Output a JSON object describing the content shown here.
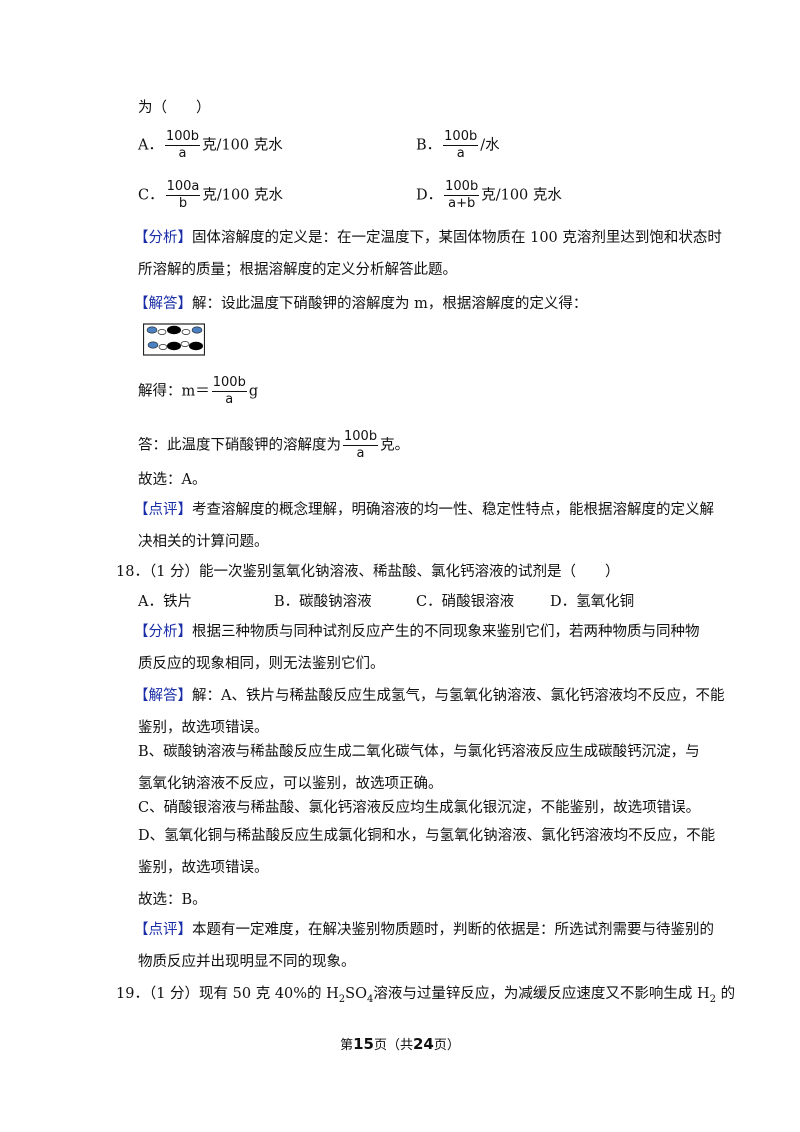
{
  "q17": {
    "stem_end": "为（　　）",
    "options": {
      "A": {
        "letter": "A．",
        "num": "100b",
        "den": "a",
        "unit": "克/100 克水"
      },
      "B": {
        "letter": "B．",
        "num": "100b",
        "den": "a",
        "unit": "/水"
      },
      "C": {
        "letter": "C．",
        "num": "100a",
        "den": "b",
        "unit": "克/100 克水"
      },
      "D": {
        "letter": "D．",
        "num": "100b",
        "den": "a+b",
        "unit": "克/100 克水"
      }
    },
    "analysis_tag": "【分析】",
    "analysis_1": "固体溶解度的定义是：在一定温度下，某固体物质在 100 克溶剂里达到饱和状态时",
    "analysis_2": "所溶解的质量；根据溶解度的定义分析解答此题。",
    "answer_tag": "【解答】",
    "answer_1": "解：设此温度下硝酸钾的溶解度为 m，根据溶解度的定义得：",
    "solve_prefix": "解得：m＝",
    "solve_num": "100b",
    "solve_den": "a",
    "solve_suffix": "g",
    "conclusion_prefix": "答：此温度下硝酸钾的溶解度为",
    "conclusion_num": "100b",
    "conclusion_den": "a",
    "conclusion_suffix": "克。",
    "choice": "故选：A。",
    "comment_tag": "【点评】",
    "comment_1": "考查溶解度的概念理解，明确溶液的均一性、稳定性特点，能根据溶解度的定义解",
    "comment_2": "决相关的计算问题。"
  },
  "q18": {
    "stem": "18．（1 分）能一次鉴别氢氧化钠溶液、稀盐酸、氯化钙溶液的试剂是（　　）",
    "options": [
      "A．铁片",
      "B．碳酸钠溶液",
      "C．硝酸银溶液",
      "D．氢氧化铜"
    ],
    "analysis_tag": "【分析】",
    "analysis_1": "根据三种物质与同种试剂反应产生的不同现象来鉴别它们，若两种物质与同种物",
    "analysis_2": "质反应的现象相同，则无法鉴别它们。",
    "answer_tag": "【解答】",
    "answer_1": "解：A、铁片与稀盐酸反应生成氢气，与氢氧化钠溶液、氯化钙溶液均不反应，不能",
    "answer_2": "鉴别，故选项错误。",
    "answer_3": "B、碳酸钠溶液与稀盐酸反应生成二氧化碳气体，与氯化钙溶液反应生成碳酸钙沉淀，与",
    "answer_4": "氢氧化钠溶液不反应，可以鉴别，故选项正确。",
    "answer_5": "C、硝酸银溶液与稀盐酸、氯化钙溶液反应均生成氯化银沉淀，不能鉴别，故选项错误。",
    "answer_6": "D、氢氧化铜与稀盐酸反应生成氯化铜和水，与氢氧化钠溶液、氯化钙溶液均不反应，不能",
    "answer_7": "鉴别，故选项错误。",
    "choice": "故选：B。",
    "comment_tag": "【点评】",
    "comment_1": "本题有一定难度，在解决鉴别物质题时，判断的依据是：所选试剂需要与待鉴别的",
    "comment_2": "物质反应并出现明显不同的现象。"
  },
  "q19": {
    "stem_a": "19．（1 分）现有 50 克 40%的 H",
    "sub_a": "2",
    "stem_b": "SO",
    "sub_b": "4",
    "stem_c": "溶液与过量锌反应，为减缓反应速度又不影响生成 H",
    "sub_c": "2",
    "stem_d": " 的"
  },
  "footer": {
    "pre": "第",
    "page": "15",
    "mid": "页（共",
    "total": "24",
    "post": "页）"
  },
  "colors": {
    "tag": "#1a2ea8",
    "text": "#111111"
  }
}
